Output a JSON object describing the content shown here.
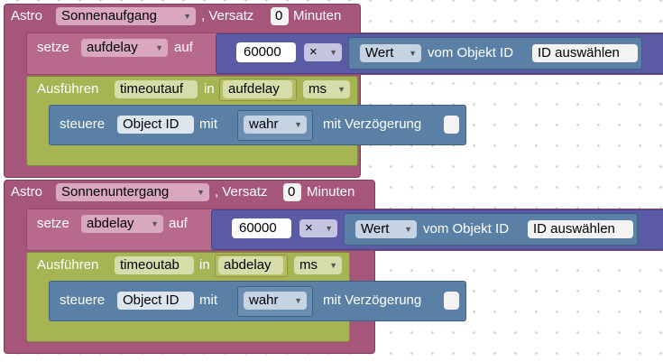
{
  "blocks": [
    {
      "astro_label": "Astro",
      "event": "Sonnenaufgang",
      "offset_label": ", Versatz",
      "offset_value": "0",
      "offset_unit": "Minuten",
      "set_label": "setze",
      "var": "aufdelay",
      "to_label": "auf",
      "number": "60000",
      "operator": "×",
      "value_dd": "Wert",
      "of_object_label": "vom Objekt ID",
      "select_id": "ID auswählen",
      "run_label": "Ausführen",
      "timeout_name": "timeoutauf",
      "in_label": "in",
      "delay_var": "aufdelay",
      "unit_dd": "ms",
      "control_label": "steuere",
      "object_id": "Object ID",
      "with_label": "mit",
      "bool_value": "wahr",
      "delay_label": "mit Verzögerung"
    },
    {
      "astro_label": "Astro",
      "event": "Sonnenuntergang",
      "offset_label": ", Versatz",
      "offset_value": "0",
      "offset_unit": "Minuten",
      "set_label": "setze",
      "var": "abdelay",
      "to_label": "auf",
      "number": "60000",
      "operator": "×",
      "value_dd": "Wert",
      "of_object_label": "vom Objekt ID",
      "select_id": "ID auswählen",
      "run_label": "Ausführen",
      "timeout_name": "timeoutab",
      "in_label": "in",
      "delay_var": "abdelay",
      "unit_dd": "ms",
      "control_label": "steuere",
      "object_id": "Object ID",
      "with_label": "mit",
      "bool_value": "wahr",
      "delay_label": "mit Verzögerung"
    }
  ],
  "icons": {
    "dropdown": "▼"
  }
}
